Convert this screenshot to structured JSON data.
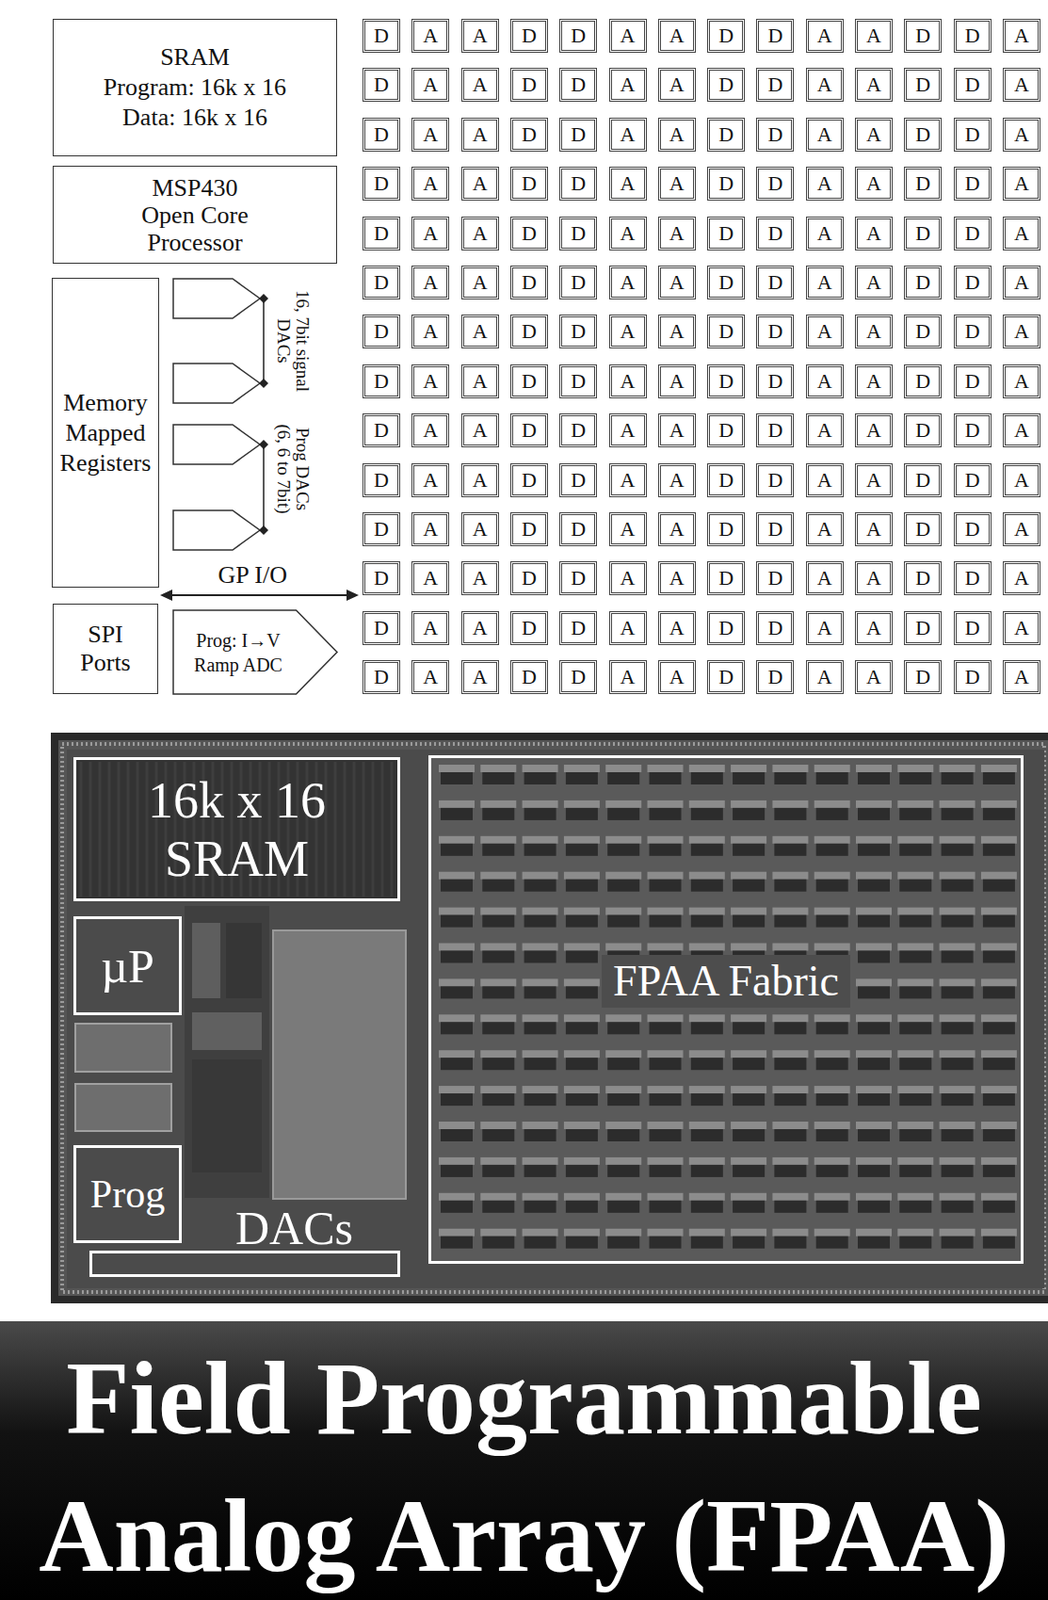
{
  "diagram": {
    "title": "Field Programmable Analog Array (FPAA)",
    "nodes": [
      {
        "text": [
          "SRAM",
          "Program: 16k x 16 Data: 16k x 16"
        ]
      },
      {
        "text": [
          "MSP430 Open Core Processor"
        ]
      },
      {
        "text": [
          "Memory Mapped Registers"
        ]
      },
      {
        "text": [
          "SPI Ports"
        ]
      },
      {
        "text": [
          "Prog: I→V Ramp ADC"
        ]
      },
      {
        "text": [
          "D"
        ]
      },
      {
        "text": [
          "A"
        ]
      },
      {
        "text": [
          "A"
        ]
      },
      {
        "text": [
          "D"
        ]
      },
      {
        "text": [
          "D"
        ]
      },
      {
        "text": [
          "A"
        ]
      },
      {
        "text": [
          "A"
        ]
      },
      {
        "text": [
          "D"
        ]
      },
      {
        "text": [
          "D"
        ]
      },
      {
        "text": [
          "A"
        ]
      },
      {
        "text": [
          "A"
        ]
      },
      {
        "text": [
          "D"
        ]
      },
      {
        "text": [
          "D"
        ]
      },
      {
        "text": [
          "A"
        ]
      },
      {
        "text": [
          "D"
        ]
      },
      {
        "text": [
          "A"
        ]
      },
      {
        "text": [
          "A"
        ]
      },
      {
        "text": [
          "D"
        ]
      },
      {
        "text": [
          "D"
        ]
      },
      {
        "text": [
          "A"
        ]
      },
      {
        "text": [
          "A"
        ]
      },
      {
        "text": [
          "D"
        ]
      },
      {
        "text": [
          "D"
        ]
      },
      {
        "text": [
          "A"
        ]
      },
      {
        "text": [
          "A"
        ]
      },
      {
        "text": [
          "D"
        ]
      },
      {
        "text": [
          "D"
        ]
      },
      {
        "text": [
          "A"
        ]
      },
      {
        "text": [
          "D"
        ]
      },
      {
        "text": [
          "A"
        ]
      },
      {
        "text": [
          "A"
        ]
      },
      {
        "text": [
          "D"
        ]
      },
      {
        "text": [
          "D"
        ]
      },
      {
        "text": [
          "A"
        ]
      },
      {
        "text": [
          "A"
        ]
      },
      {
        "text": [
          "D"
        ]
      },
      {
        "text": [
          "D"
        ]
      },
      {
        "text": [
          "A"
        ]
      },
      {
        "text": [
          "A"
        ]
      },
      {
        "text": [
          "D"
        ]
      },
      {
        "text": [
          "D"
        ]
      },
      {
        "text": [
          "A"
        ]
      },
      {
        "text": [
          "D"
        ]
      },
      {
        "text": [
          "A"
        ]
      },
      {
        "text": [
          "A"
        ]
      },
      {
        "text": [
          "D"
        ]
      },
      {
        "text": [
          "D"
        ]
      },
      {
        "text": [
          "A"
        ]
      },
      {
        "text": [
          "A"
        ]
      },
      {
        "text": [
          "D"
        ]
      },
      {
        "text": [
          "D"
        ]
      },
      {
        "text": [
          "A"
        ]
      },
      {
        "text": [
          "A"
        ]
      },
      {
        "text": [
          "D"
        ]
      },
      {
        "text": [
          "D"
        ]
      },
      {
        "text": [
          "A"
        ]
      },
      {
        "text": [
          "D"
        ]
      },
      {
        "text": [
          "A"
        ]
      },
      {
        "text": [
          "A"
        ]
      },
      {
        "text": [
          "D"
        ]
      },
      {
        "text": [
          "D"
        ]
      },
      {
        "text": [
          "A"
        ]
      },
      {
        "text": [
          "A"
        ]
      },
      {
        "text": [
          "D"
        ]
      },
      {
        "text": [
          "D"
        ]
      },
      {
        "text": [
          "A"
        ]
      },
      {
        "text": [
          "A"
        ]
      },
      {
        "text": [
          "D"
        ]
      },
      {
        "text": [
          "D"
        ]
      },
      {
        "text": [
          "A"
        ]
      },
      {
        "text": [
          "D"
        ]
      },
      {
        "text": [
          "A"
        ]
      },
      {
        "text": [
          "A"
        ]
      },
      {
        "text": [
          "D"
        ]
      },
      {
        "text": [
          "D"
        ]
      },
      {
        "text": [
          "A"
        ]
      },
      {
        "text": [
          "A"
        ]
      },
      {
        "text": [
          "D"
        ]
      },
      {
        "text": [
          "D"
        ]
      },
      {
        "text": [
          "A"
        ]
      },
      {
        "text": [
          "A"
        ]
      },
      {
        "text": [
          "D"
        ]
      },
      {
        "text": [
          "D"
        ]
      },
      {
        "text": [
          "A"
        ]
      },
      {
        "text": [
          "D"
        ]
      },
      {
        "text": [
          "A"
        ]
      },
      {
        "text": [
          "A"
        ]
      },
      {
        "text": [
          "D"
        ]
      },
      {
        "text": [
          "D"
        ]
      },
      {
        "text": [
          "A"
        ]
      },
      {
        "text": [
          "A"
        ]
      },
      {
        "text": [
          "D"
        ]
      },
      {
        "text": [
          "D"
        ]
      },
      {
        "text": [
          "A"
        ]
      },
      {
        "text": [
          "A"
        ]
      },
      {
        "text": [
          "D"
        ]
      },
      {
        "text": [
          "D"
        ]
      },
      {
        "text": [
          "A"
        ]
      },
      {
        "text": [
          "D"
        ]
      },
      {
        "text": [
          "A"
        ]
      },
      {
        "text": [
          "A"
        ]
      },
      {
        "text": [
          "D"
        ]
      },
      {
        "text": [
          "D"
        ]
      },
      {
        "text": [
          "A"
        ]
      },
      {
        "text": [
          "A"
        ]
      },
      {
        "text": [
          "D"
        ]
      },
      {
        "text": [
          "D"
        ]
      },
      {
        "text": [
          "A"
        ]
      },
      {
        "text": [
          "A"
        ]
      },
      {
        "text": [
          "D"
        ]
      },
      {
        "text": [
          "D"
        ]
      },
      {
        "text": [
          "A"
        ]
      },
      {
        "text": [
          "D"
        ]
      },
      {
        "text": [
          "A"
        ]
      },
      {
        "text": [
          "A"
        ]
      },
      {
        "text": [
          "D"
        ]
      },
      {
        "text": [
          "D"
        ]
      },
      {
        "text": [
          "A"
        ]
      },
      {
        "text": [
          "A"
        ]
      },
      {
        "text": [
          "D"
        ]
      },
      {
        "text": [
          "D"
        ]
      },
      {
        "text": [
          "A"
        ]
      },
      {
        "text": [
          "A"
        ]
      },
      {
        "text": [
          "D"
        ]
      },
      {
        "text": [
          "D"
        ]
      },
      {
        "text": [
          "A"
        ]
      },
      {
        "text": [
          "D"
        ]
      },
      {
        "text": [
          "A"
        ]
      },
      {
        "text": [
          "A"
        ]
      },
      {
        "text": [
          "D"
        ]
      },
      {
        "text": [
          "D"
        ]
      },
      {
        "text": [
          "A"
        ]
      },
      {
        "text": [
          "A"
        ]
      },
      {
        "text": [
          "D"
        ]
      },
      {
        "text": [
          "D"
        ]
      },
      {
        "text": [
          "A"
        ]
      },
      {
        "text": [
          "A"
        ]
      },
      {
        "text": [
          "D"
        ]
      },
      {
        "text": [
          "D"
        ]
      },
      {
        "text": [
          "A"
        ]
      },
      {
        "text": [
          "D"
        ]
      },
      {
        "text": [
          "A"
        ]
      },
      {
        "text": [
          "A"
        ]
      },
      {
        "text": [
          "D"
        ]
      },
      {
        "text": [
          "D"
        ]
      },
      {
        "text": [
          "A"
        ]
      },
      {
        "text": [
          "A"
        ]
      },
      {
        "text": [
          "D"
        ]
      },
      {
        "text": [
          "D"
        ]
      },
      {
        "text": [
          "A"
        ]
      },
      {
        "text": [
          "A"
        ]
      },
      {
        "text": [
          "D"
        ]
      },
      {
        "text": [
          "D"
        ]
      },
      {
        "text": [
          "A"
        ]
      },
      {
        "text": [
          "D"
        ]
      },
      {
        "text": [
          "A"
        ]
      },
      {
        "text": [
          "A"
        ]
      },
      {
        "text": [
          "D"
        ]
      },
      {
        "text": [
          "D"
        ]
      },
      {
        "text": [
          "A"
        ]
      },
      {
        "text": [
          "A"
        ]
      },
      {
        "text": [
          "D"
        ]
      },
      {
        "text": [
          "D"
        ]
      },
      {
        "text": [
          "A"
        ]
      },
      {
        "text": [
          "A"
        ]
      },
      {
        "text": [
          "D"
        ]
      },
      {
        "text": [
          "D"
        ]
      },
      {
        "text": [
          "A"
        ]
      },
      {
        "text": [
          "D"
        ]
      },
      {
        "text": [
          "A"
        ]
      },
      {
        "text": [
          "A"
        ]
      },
      {
        "text": [
          "D"
        ]
      },
      {
        "text": [
          "D"
        ]
      },
      {
        "text": [
          "A"
        ]
      },
      {
        "text": [
          "A"
        ]
      },
      {
        "text": [
          "D"
        ]
      },
      {
        "text": [
          "D"
        ]
      },
      {
        "text": [
          "A"
        ]
      },
      {
        "text": [
          "A"
        ]
      },
      {
        "text": [
          "D"
        ]
      },
      {
        "text": [
          "D"
        ]
      },
      {
        "text": [
          "A"
        ]
      },
      {
        "text": [
          "D"
        ]
      },
      {
        "text": [
          "A"
        ]
      },
      {
        "text": [
          "A"
        ]
      },
      {
        "text": [
          "D"
        ]
      },
      {
        "text": [
          "D"
        ]
      },
      {
        "text": [
          "A"
        ]
      },
      {
        "text": [
          "A"
        ]
      },
      {
        "text": [
          "D"
        ]
      },
      {
        "text": [
          "D"
        ]
      },
      {
        "text": [
          "A"
        ]
      },
      {
        "text": [
          "A"
        ]
      },
      {
        "text": [
          "D"
        ]
      },
      {
        "text": [
          "D"
        ]
      },
      {
        "text": [
          "A"
        ]
      },
      {
        "text": [
          "16k x 16 SRAM"
        ]
      },
      {
        "text": [
          "µP"
        ]
      },
      {
        "text": [
          "Prog"
        ]
      },
      {
        "text": [
          "DACs"
        ]
      },
      {
        "text": [
          "FPAA Fabric"
        ]
      }
    ],
    "labels": [
      "16, 7bit signal DACs",
      "Prog DACs (6, 6 to 7bit)",
      "GP I/O"
    ]
  }
}
